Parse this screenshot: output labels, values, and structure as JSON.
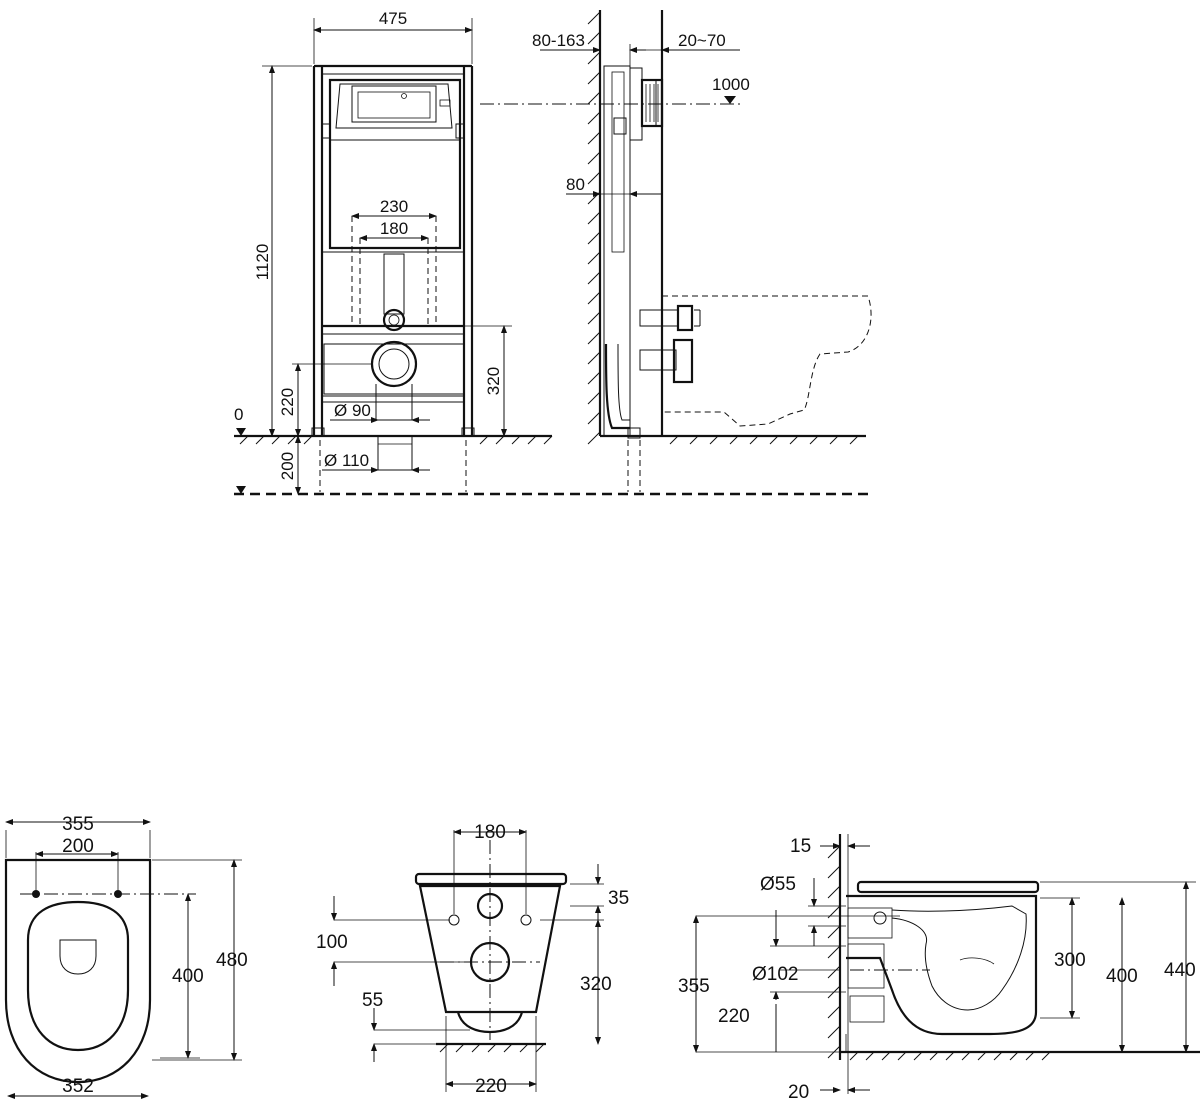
{
  "frame_front": {
    "width": "475",
    "height": "1120",
    "inlet_outer": "230",
    "inlet_inner": "180",
    "bolt_height": "320",
    "outlet_height": "220",
    "floor_level": "0",
    "below_floor": "200",
    "pipe_small": "Ø 90",
    "pipe_large": "Ø 110"
  },
  "frame_side": {
    "wall_depth": "80-163",
    "panel_offset": "20~70",
    "button_height": "1000",
    "frame_depth": "80"
  },
  "bowl_top": {
    "width_top": "355",
    "seat_holes": "200",
    "length_inner": "400",
    "length_total": "480",
    "width_bottom": "352"
  },
  "bowl_back": {
    "bolt_spacing": "180",
    "seat_offset": "35",
    "hole_spacing": "100",
    "bottom_offset": "55",
    "outlet_height": "320",
    "base_width": "220"
  },
  "bowl_side": {
    "wall_gap": "15",
    "inlet_diameter": "Ø55",
    "outlet_diameter": "Ø102",
    "inlet_height": "355",
    "outlet_height": "220",
    "rim_height": "300",
    "bowl_height": "400",
    "total_height": "440",
    "back_offset": "20"
  }
}
